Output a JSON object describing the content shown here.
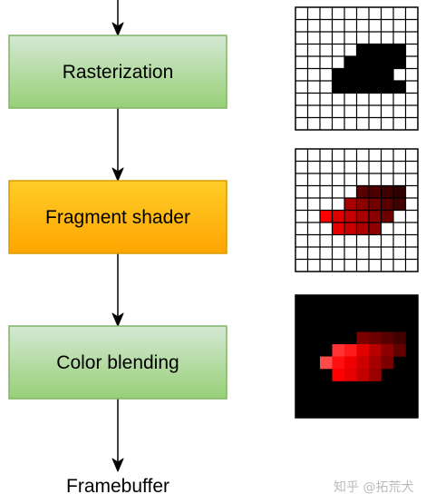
{
  "pipeline": {
    "stages": [
      {
        "label": "Rasterization",
        "fill_top": "#d5e8d4",
        "fill_bottom": "#97d077",
        "stroke": "#82b366"
      },
      {
        "label": "Fragment shader",
        "fill_top": "#ffcd28",
        "fill_bottom": "#ffa500",
        "stroke": "#d79b00"
      },
      {
        "label": "Color blending",
        "fill_top": "#d5e8d4",
        "fill_bottom": "#97d077",
        "stroke": "#82b366"
      }
    ],
    "output_label": "Framebuffer"
  },
  "illustrations": {
    "rasterized_grid": {
      "rows": 10,
      "cols": 10,
      "fill": "#000000",
      "cells": [
        [
          3,
          5
        ],
        [
          3,
          6
        ],
        [
          3,
          7
        ],
        [
          3,
          8
        ],
        [
          4,
          4
        ],
        [
          4,
          5
        ],
        [
          4,
          6
        ],
        [
          4,
          7
        ],
        [
          4,
          8
        ],
        [
          5,
          3
        ],
        [
          5,
          4
        ],
        [
          5,
          5
        ],
        [
          5,
          6
        ],
        [
          5,
          7
        ],
        [
          6,
          3
        ],
        [
          6,
          4
        ],
        [
          6,
          5
        ],
        [
          6,
          6
        ],
        [
          6,
          7
        ],
        [
          6,
          8
        ]
      ]
    },
    "shaded_grid": {
      "rows": 10,
      "cols": 10,
      "cells": [
        [
          3,
          5,
          "#5a0000"
        ],
        [
          3,
          6,
          "#4d0000"
        ],
        [
          3,
          7,
          "#3f0000"
        ],
        [
          3,
          8,
          "#2e0000"
        ],
        [
          4,
          4,
          "#a80000"
        ],
        [
          4,
          5,
          "#8c0000"
        ],
        [
          4,
          6,
          "#720000"
        ],
        [
          4,
          7,
          "#5a0000"
        ],
        [
          4,
          8,
          "#420000"
        ],
        [
          5,
          2,
          "#ff0000"
        ],
        [
          5,
          3,
          "#e00000"
        ],
        [
          5,
          4,
          "#c40000"
        ],
        [
          5,
          5,
          "#a60000"
        ],
        [
          5,
          6,
          "#8a0000"
        ],
        [
          5,
          7,
          "#6e0000"
        ],
        [
          6,
          3,
          "#e40000"
        ],
        [
          6,
          4,
          "#c80000"
        ],
        [
          6,
          5,
          "#aa0000"
        ],
        [
          6,
          6,
          "#8e0000"
        ]
      ]
    },
    "blended_grid": {
      "rows": 10,
      "cols": 10,
      "background": "#000000",
      "cells": [
        [
          3,
          5,
          "#7a0000"
        ],
        [
          3,
          6,
          "#6a0000"
        ],
        [
          3,
          7,
          "#580000"
        ],
        [
          3,
          8,
          "#430000"
        ],
        [
          4,
          3,
          "#ff3333"
        ],
        [
          4,
          4,
          "#ff1a1a"
        ],
        [
          4,
          5,
          "#e00000"
        ],
        [
          4,
          6,
          "#b80000"
        ],
        [
          4,
          7,
          "#8e0000"
        ],
        [
          4,
          8,
          "#620000"
        ],
        [
          5,
          2,
          "#ff4a4a"
        ],
        [
          5,
          3,
          "#ff1010"
        ],
        [
          5,
          4,
          "#f00000"
        ],
        [
          5,
          5,
          "#cc0000"
        ],
        [
          5,
          6,
          "#a40000"
        ],
        [
          5,
          7,
          "#7c0000"
        ],
        [
          6,
          3,
          "#ff0000"
        ],
        [
          6,
          4,
          "#e60000"
        ],
        [
          6,
          5,
          "#c20000"
        ],
        [
          6,
          6,
          "#990000"
        ]
      ]
    }
  },
  "watermark": "知乎 @拓荒犬"
}
